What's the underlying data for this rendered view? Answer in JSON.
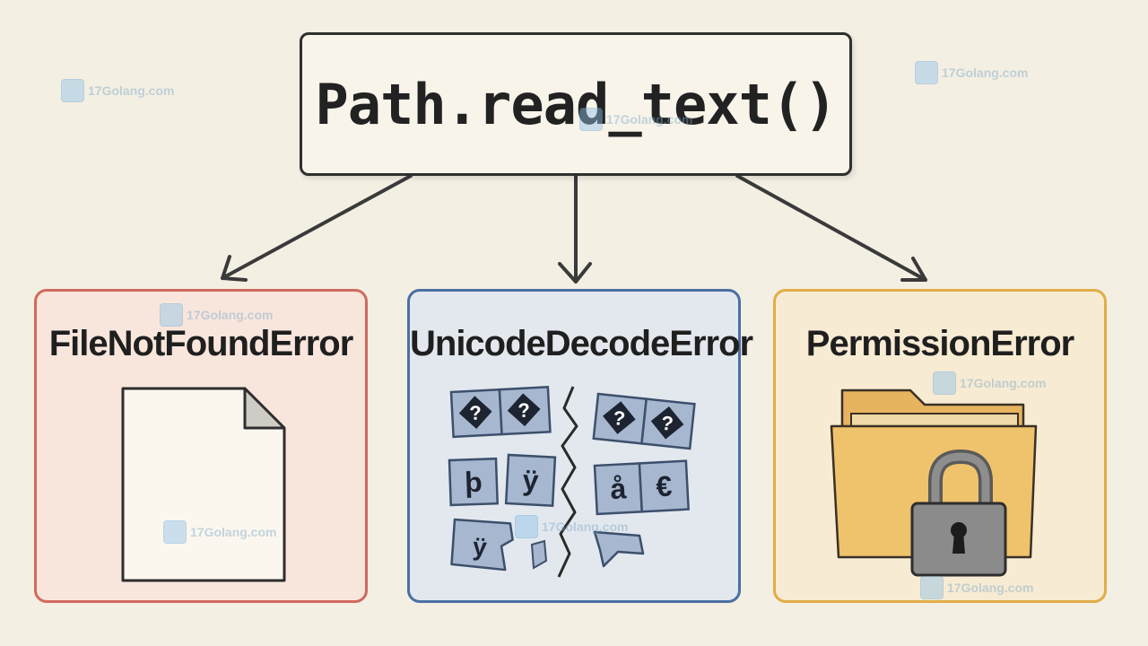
{
  "root": {
    "title": "Path.read_text()"
  },
  "branches": [
    {
      "title": "FileNotFoundError",
      "accent": "#d06a5e",
      "fill": "#f8e6dd",
      "icon": "blank-document-icon"
    },
    {
      "title": "UnicodeDecodeError",
      "accent": "#4a6fa2",
      "fill": "#e3e8ee",
      "icon": "broken-characters-icon",
      "glyphs": [
        "?",
        "?",
        "?",
        "?",
        "þ",
        "ÿ",
        "å",
        "€",
        "ÿ"
      ]
    },
    {
      "title": "PermissionError",
      "accent": "#e2ad48",
      "fill": "#f7ebd3",
      "icon": "locked-folder-icon"
    }
  ],
  "watermark": {
    "text": "17Golang.com"
  }
}
